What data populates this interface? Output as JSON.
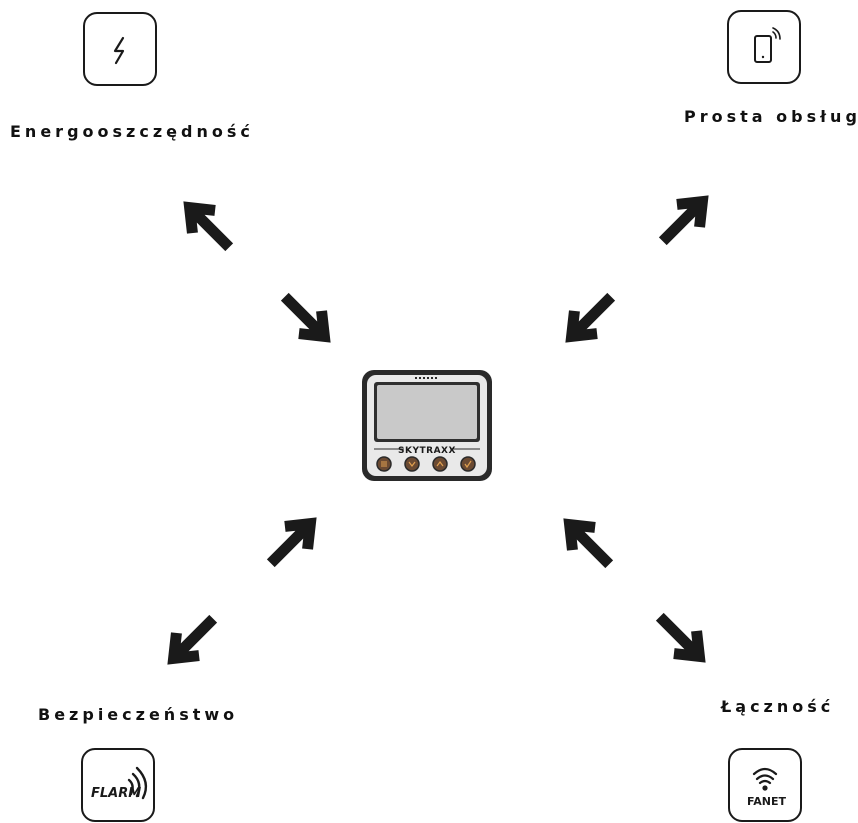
{
  "features": {
    "top_left": {
      "label": "Energooszczędność",
      "icon": "lightning-icon"
    },
    "top_right": {
      "label": "Prosta obsługa",
      "icon": "smartphone-icon"
    },
    "bottom_left": {
      "label": "Bezpieczeństwo",
      "icon": "flarm-logo",
      "logo_text": "FLARM"
    },
    "bottom_right": {
      "label": "Łączność",
      "icon": "fanet-logo",
      "logo_text": "FANET"
    }
  },
  "device": {
    "brand": "SKYTRAXX",
    "buttons": [
      "menu-button",
      "down-button",
      "up-button",
      "ok-button"
    ]
  },
  "colors": {
    "foreground": "#1a1a1a",
    "device_screen": "#c9c9c9",
    "device_button": "#6b4a32",
    "device_button_glyph": "#e0a050"
  }
}
